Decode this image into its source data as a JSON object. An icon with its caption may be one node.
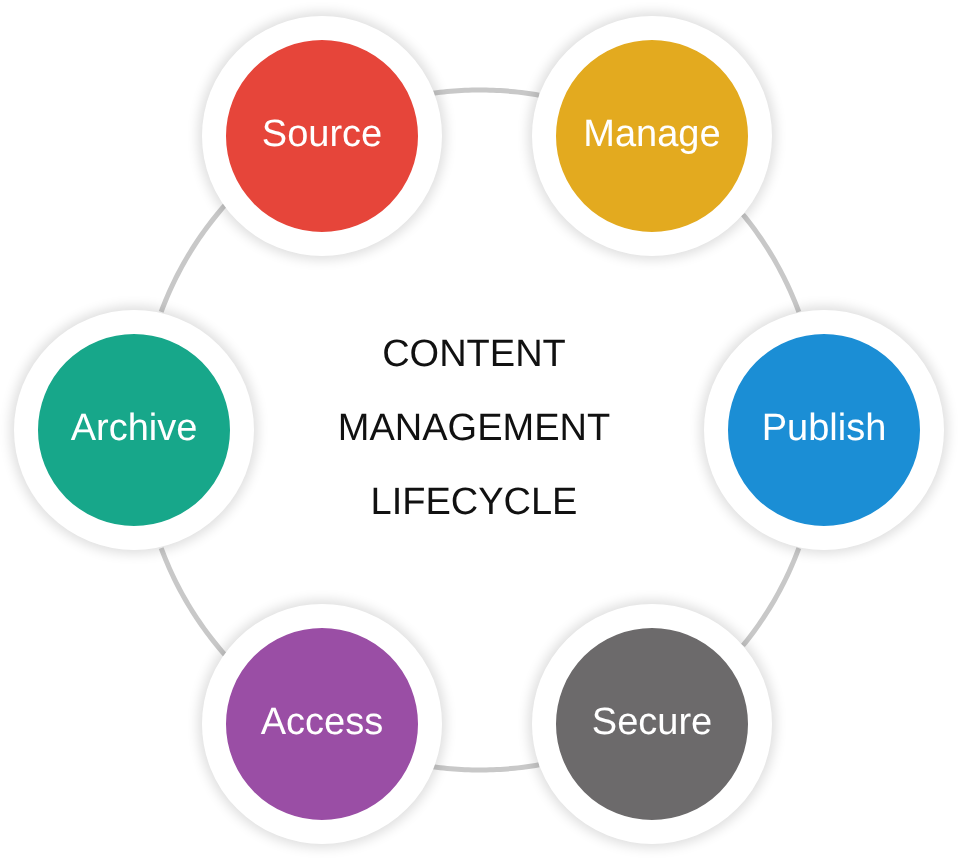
{
  "diagram": {
    "title": "CONTENT MANAGEMENT LIFECYCLE",
    "nodes": [
      {
        "text": [
          "Source"
        ]
      },
      {
        "text": [
          "Manage"
        ]
      },
      {
        "text": [
          "Publish"
        ]
      },
      {
        "text": [
          "Secure"
        ]
      },
      {
        "text": [
          "Access"
        ]
      },
      {
        "text": [
          "Archive"
        ]
      }
    ],
    "edges": [
      {
        "from": 0,
        "to": 1,
        "arrow": "none"
      },
      {
        "from": 1,
        "to": 2,
        "arrow": "none"
      },
      {
        "from": 2,
        "to": 3,
        "arrow": "none"
      },
      {
        "from": 3,
        "to": 4,
        "arrow": "none"
      },
      {
        "from": 4,
        "to": 5,
        "arrow": "none"
      },
      {
        "from": 5,
        "to": 0,
        "arrow": "none"
      }
    ]
  }
}
